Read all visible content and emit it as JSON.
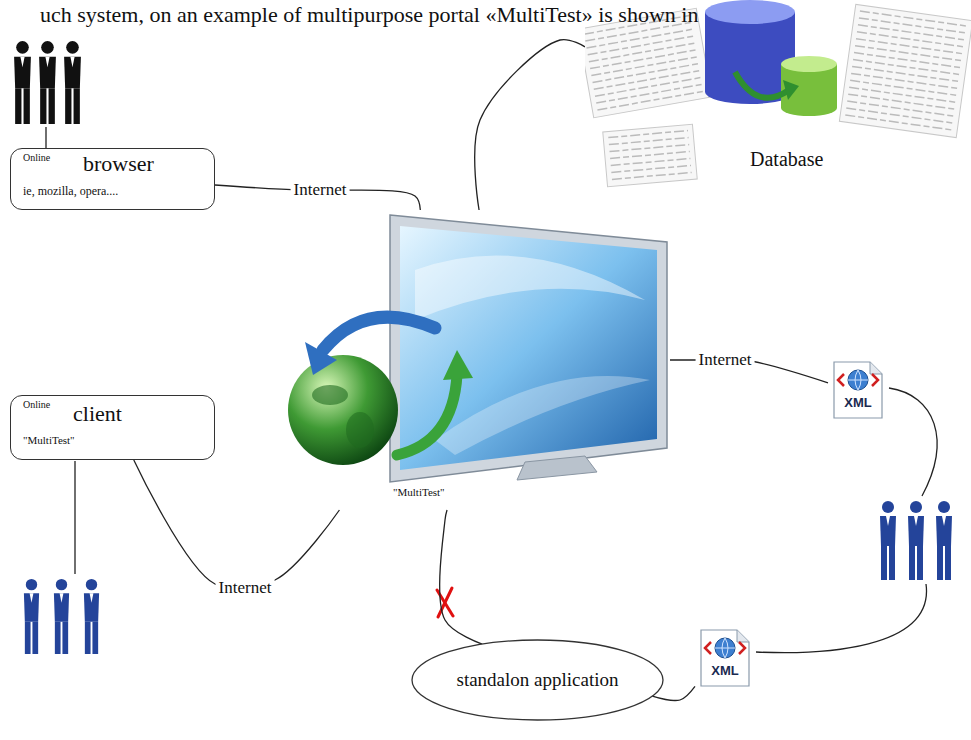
{
  "diagram": {
    "nodes": [
      {
        "text": [
          "Online",
          "browser",
          "ie, mozilla, opera...."
        ]
      },
      {
        "text": [
          "Online",
          "client",
          "\"MultiTest\""
        ]
      },
      {
        "text": [
          "\"MultiTest\""
        ]
      },
      {
        "text": [
          "Database"
        ]
      },
      {
        "text": [
          "standalon application"
        ]
      },
      {
        "text": [
          "XML"
        ]
      },
      {
        "text": [
          "XML"
        ]
      }
    ],
    "edges": [
      {
        "from": 0,
        "to": 2,
        "label": "Internet",
        "arrow": "none"
      },
      {
        "from": 1,
        "to": 2,
        "label": "Internet",
        "arrow": "none"
      },
      {
        "from": 2,
        "to": 3,
        "arrow": "none"
      },
      {
        "from": 2,
        "to": 5,
        "label": "Internet",
        "arrow": "none"
      },
      {
        "from": 2,
        "to": 4,
        "arrow": "none"
      },
      {
        "from": 4,
        "to": 6,
        "arrow": "none"
      }
    ],
    "labels": [
      "uch system, on an example of multipurpose portal «MultiTest» is shown in"
    ]
  }
}
